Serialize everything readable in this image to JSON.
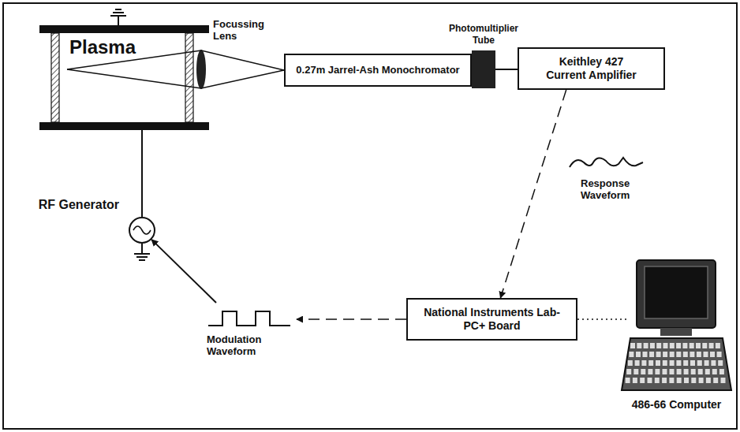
{
  "diagram": {
    "nodes": [
      {
        "text": [
          "Plasma"
        ]
      },
      {
        "text": [
          "0.27m Jarrel-Ash Monochromator"
        ]
      },
      {
        "text": [
          "Photomultiplier Tube"
        ]
      },
      {
        "text": [
          "Keithley 427 Current Amplifier"
        ]
      },
      {
        "text": [
          "RF Generator"
        ]
      },
      {
        "text": [
          "National Instruments Lab-PC+ Board"
        ]
      },
      {
        "text": [
          "486-66 Computer"
        ]
      }
    ],
    "edges": [
      {
        "from": 0,
        "to": 1,
        "arrow": "none"
      },
      {
        "from": 2,
        "to": 3,
        "arrow": "none"
      },
      {
        "from": 3,
        "to": 5,
        "arrow": "to"
      },
      {
        "from": 5,
        "to": 4,
        "arrow": "to"
      },
      {
        "from": 0,
        "to": 4,
        "arrow": "none"
      },
      {
        "from": 5,
        "to": 6,
        "arrow": "none"
      }
    ],
    "labels": [
      "Focussing Lens",
      "Response Waveform",
      "Modulation Waveform"
    ]
  }
}
